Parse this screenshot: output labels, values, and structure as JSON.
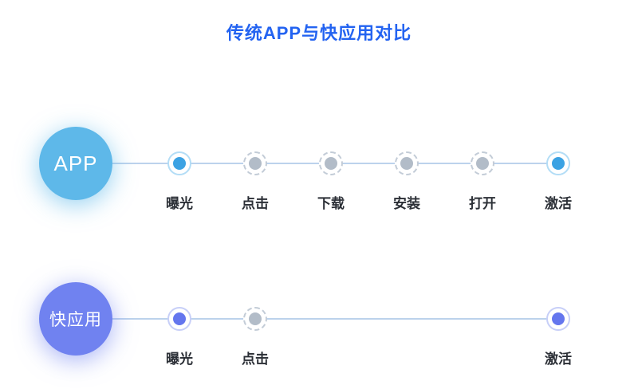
{
  "title": "传统APP与快应用对比",
  "flows": [
    {
      "name": "APP",
      "steps": [
        {
          "label": "曝光",
          "state": "active"
        },
        {
          "label": "点击",
          "state": "inactive"
        },
        {
          "label": "下载",
          "state": "inactive"
        },
        {
          "label": "安装",
          "state": "inactive"
        },
        {
          "label": "打开",
          "state": "inactive"
        },
        {
          "label": "激活",
          "state": "active"
        }
      ]
    },
    {
      "name": "快应用",
      "steps": [
        {
          "label": "曝光",
          "state": "active"
        },
        {
          "label": "点击",
          "state": "inactive"
        },
        {
          "label": "激活",
          "state": "active"
        }
      ]
    }
  ],
  "colors": {
    "title": "#2363f1",
    "app_bubble": "#5eb8e9",
    "quick_bubble": "#7082f0",
    "active_blue_dot": "#3ba2e3",
    "active_purple_dot": "#6476ee",
    "inactive_gray_dot": "#b2bcc8",
    "connector_line": "#bcd2ec"
  }
}
